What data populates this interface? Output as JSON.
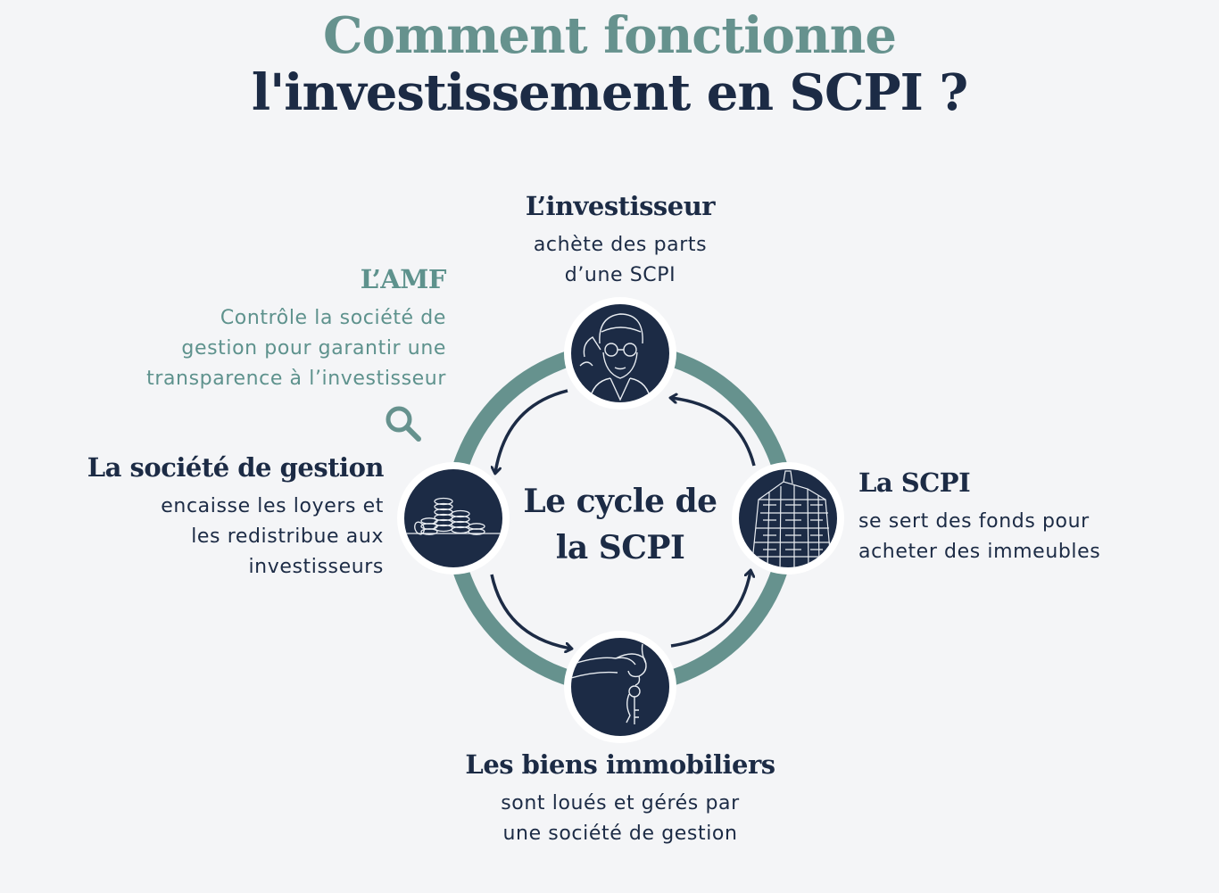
{
  "title": {
    "line1": "Comment fonctionne",
    "line2": "l'investissement en SCPI ?"
  },
  "center_label": {
    "line1": "Le cycle de",
    "line2": "la SCPI"
  },
  "nodes": {
    "investisseur": {
      "title": "L’investisseur",
      "text_line1": "achète des parts",
      "text_line2": "d’une SCPI",
      "icon": "investor-portrait-icon"
    },
    "scpi": {
      "title": "La SCPI",
      "text_line1": "se sert des fonds pour",
      "text_line2": "acheter des immeubles",
      "icon": "building-icon"
    },
    "biens": {
      "title": "Les biens immobiliers",
      "text_line1": "sont loués et gérés par",
      "text_line2": "une société de gestion",
      "icon": "keys-hand-icon"
    },
    "gestion": {
      "title": "La société de gestion",
      "text_line1": "encaisse les loyers et",
      "text_line2": "les redistribue aux",
      "text_line3": "investisseurs",
      "icon": "coins-icon"
    }
  },
  "amf": {
    "title": "L’AMF",
    "text_line1": "Contrôle la société de",
    "text_line2": "gestion pour garantir une",
    "text_line3": "transparence à l’investisseur",
    "icon": "magnifier-icon"
  },
  "colors": {
    "navy": "#1c2b45",
    "teal": "#66928e",
    "background": "#f4f5f7"
  }
}
